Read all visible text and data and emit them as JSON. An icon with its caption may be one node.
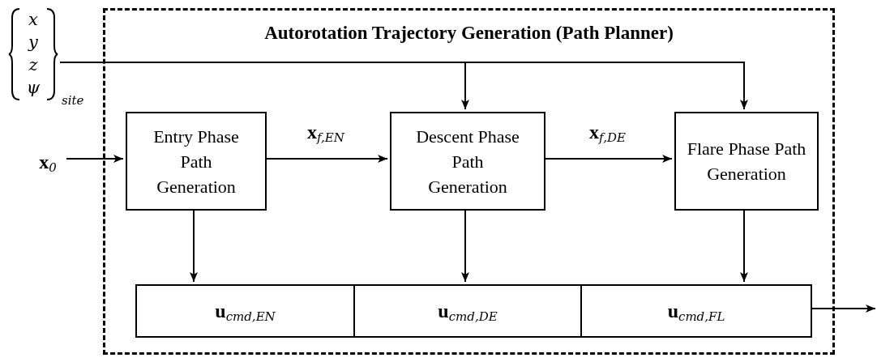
{
  "diagram": {
    "nodes": [
      {
        "text": [
          "Autorotation Trajectory Generation (Path Planner)"
        ]
      },
      {
        "text": [
          "x",
          "y",
          "z",
          "ψ"
        ],
        "beside": [
          "site"
        ]
      },
      {
        "text": [
          "**x**$_{0}$"
        ]
      },
      {
        "text": [
          "Entry Phase Path Generation"
        ],
        "in": 0
      },
      {
        "text": [
          "Descent Phase Path Generation"
        ],
        "in": 0
      },
      {
        "text": [
          "Flare Phase Path Generation"
        ],
        "in": 0
      },
      {
        "text": [
          "**u**$_{cmd,EN}$"
        ],
        "in": 0
      },
      {
        "text": [
          "**u**$_{cmd,DE}$"
        ],
        "in": 0
      },
      {
        "text": [
          "**u**$_{cmd,FL}$"
        ],
        "in": 0
      }
    ],
    "edges": [
      {
        "from": 1,
        "to": 4,
        "arrow": "to"
      },
      {
        "from": 1,
        "to": 5,
        "arrow": "to"
      },
      {
        "from": 2,
        "to": 3,
        "arrow": "to"
      },
      {
        "from": 3,
        "to": 4,
        "arrow": "to",
        "label": "**x**$_{f,EN}$"
      },
      {
        "from": 4,
        "to": 5,
        "arrow": "to",
        "label": "**x**$_{f,DE}$"
      },
      {
        "from": 3,
        "to": 6,
        "arrow": "to"
      },
      {
        "from": 4,
        "to": 7,
        "arrow": "to"
      },
      {
        "from": 5,
        "to": 8,
        "arrow": "to"
      },
      {
        "from": 8,
        "to": null,
        "arrow": "to"
      }
    ]
  }
}
